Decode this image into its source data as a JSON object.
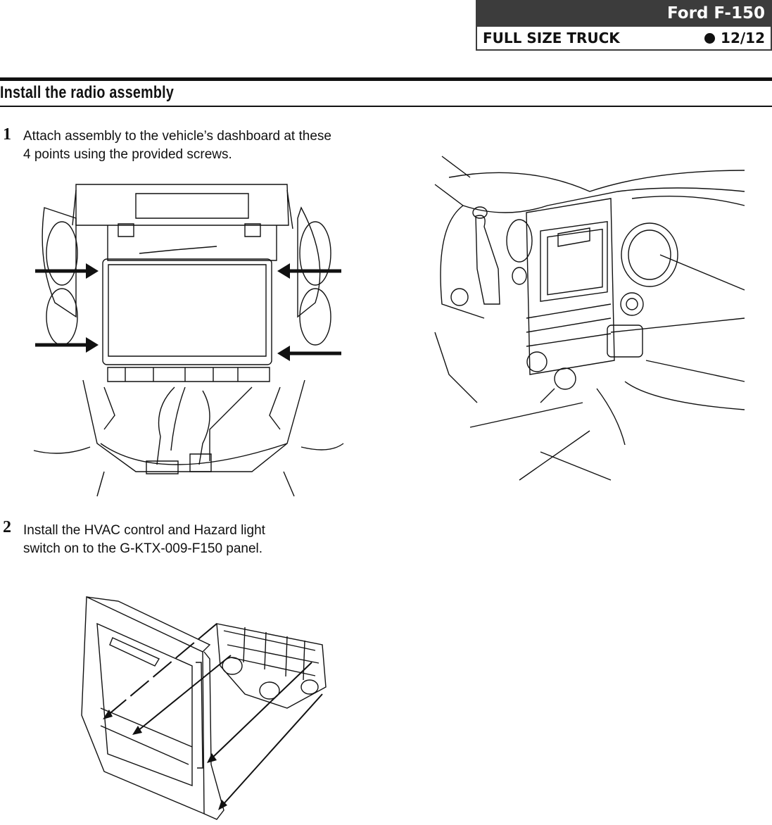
{
  "header": {
    "model": "Ford F-150",
    "category": "FULL SIZE TRUCK",
    "page": "12/12"
  },
  "section": {
    "title": "Install the radio assembly"
  },
  "steps": [
    {
      "number": "1",
      "line1": "Attach assembly to the vehicle’s dashboard at these",
      "line2": "4 points using the provided screws."
    },
    {
      "number": "2",
      "line1": "Install the HVAC control and Hazard light",
      "line2": "switch on to the G-KTX-009-F150 panel."
    }
  ],
  "icons": {
    "page_dot": "filled-circle-bullet",
    "arrows": "arrow-right"
  }
}
